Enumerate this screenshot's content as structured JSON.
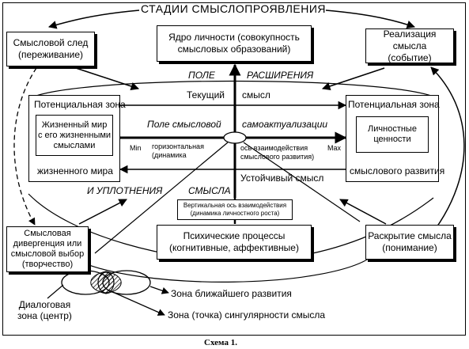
{
  "title": "СТАДИИ  СМЫСЛОПРОЯВЛЕНИЯ",
  "caption": "Схема 1.",
  "boxes": {
    "trace": "Смысловой след\n(переживание)",
    "core": "Ядро личности (совокупность\nсмысловых образований)",
    "realization": "Реализация смысла\n(событие)",
    "potential_left_top": "Потенциальная зона",
    "life_world": "Жизненный мир\nс его жизненными\nсмыслами",
    "potential_left_bottom": "жизненного мира",
    "potential_right_top": "Потенциальная зона",
    "personal_values": "Личностные\nценности",
    "potential_right_bottom": "смыслового развития",
    "vertical_axis": "Вертикальная ось взаимодействия\n(динамика личностного роста)",
    "processes": "Психические процессы\n(когнитивные, аффективные)",
    "divergence": "Смысловая\nдивергенция или\nсмысловой выбор\n(творчество)",
    "disclosure": "Раскрытие смысла\n(понимание)"
  },
  "labels": {
    "field_expansion_1": "ПОЛЕ",
    "field_expansion_2": "РАСШИРЕНИЯ",
    "current_meaning_1": "Текущий",
    "current_meaning_2": "смысл",
    "field_self_1": "Поле смысловой",
    "field_self_2": "самоактуализации",
    "min": "Min",
    "max": "Max",
    "horizontal": "горизонтальная\n(динамика",
    "axis_interaction": "ось взаимодействия\nсмыслового развития)",
    "stable_meaning": "Устойчивый смысл",
    "condensation_1": "И  УПЛОТНЕНИЯ",
    "condensation_2": "СМЫСЛА",
    "dialog_zone": "Диалоговая\nзона (центр)",
    "nearest_zone": "Зона ближайшего развития",
    "singularity_zone": "Зона (точка) сингулярности смысла"
  }
}
